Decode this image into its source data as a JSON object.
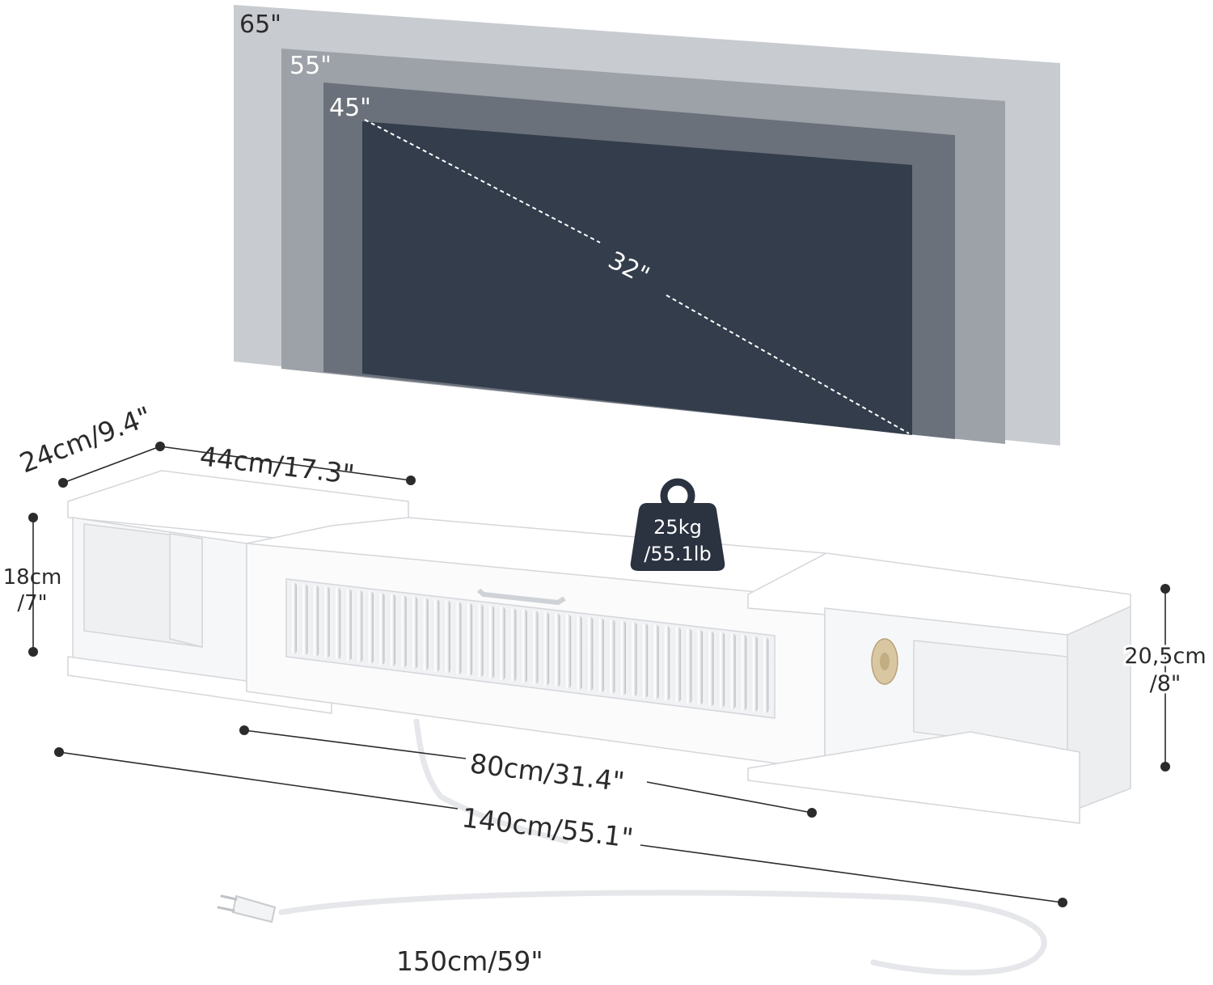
{
  "tv_sizes": {
    "size_65": "65\"",
    "size_55": "55\"",
    "size_45": "45\"",
    "size_32": "32\""
  },
  "weight": {
    "line1": "25kg",
    "line2": "/55.1lb"
  },
  "dimensions": {
    "depth": "24cm/9.4\"",
    "shelf_width": "44cm/17.3\"",
    "left_height_line1": "18cm",
    "left_height_line2": "/7\"",
    "right_height_line1": "20,5cm",
    "right_height_line2": "/8\"",
    "drawer_width": "80cm/31.4\"",
    "total_width": "140cm/55.1\"",
    "cord_length": "150cm/59\""
  },
  "colors": {
    "tv_65": "#c8cbd0",
    "tv_55": "#9da1a8",
    "tv_45": "#6b717b",
    "tv_32": "#333d4b",
    "weight_icon": "#2b3240",
    "cabinet": "#ffffff",
    "dimension_line": "#2b2b2b"
  }
}
